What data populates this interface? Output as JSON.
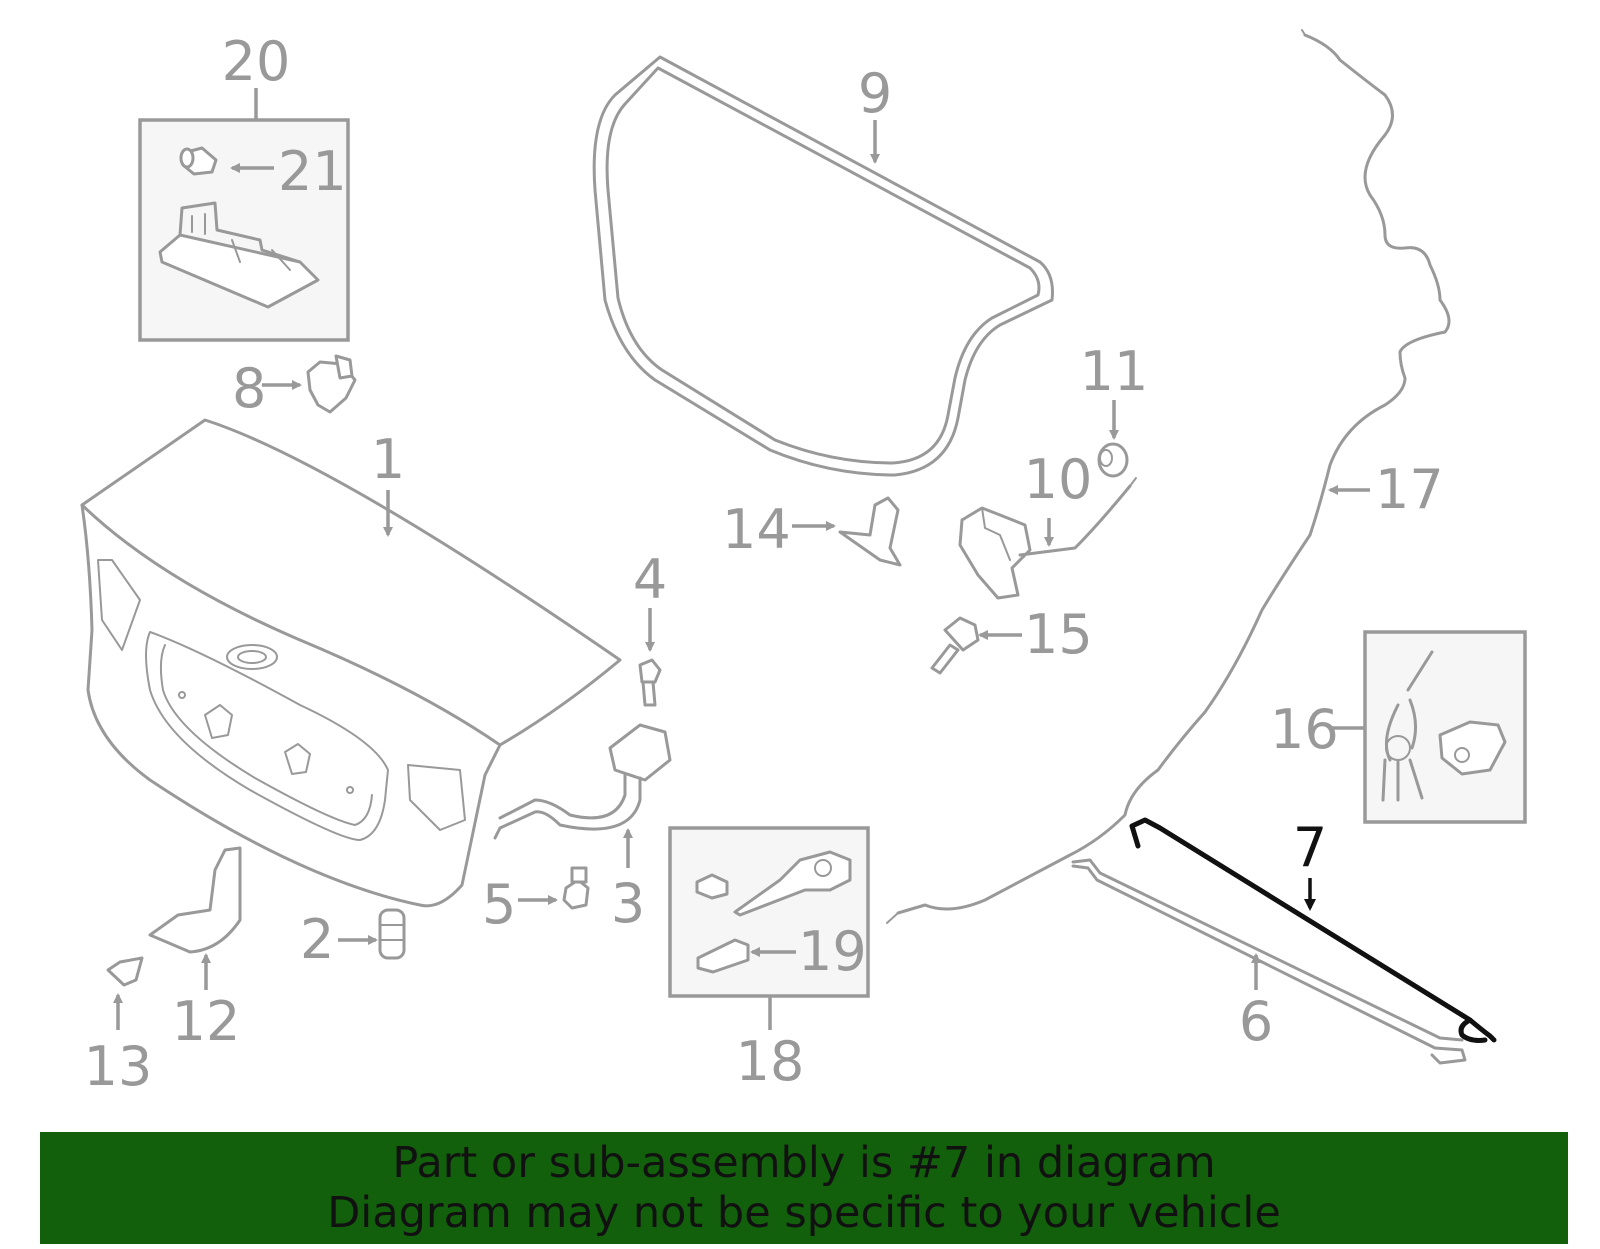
{
  "banner": {
    "line1": "Part or sub-assembly is #7 in diagram",
    "line2": "Diagram may not be specific to your vehicle",
    "background": "#13600c",
    "text_color": "#111111"
  },
  "diagram": {
    "part_color": "#999999",
    "highlight_color": "#111111",
    "highlighted_part": "7",
    "callouts": {
      "c1": "1",
      "c2": "2",
      "c3": "3",
      "c4": "4",
      "c5": "5",
      "c6": "6",
      "c7": "7",
      "c8": "8",
      "c9": "9",
      "c10": "10",
      "c11": "11",
      "c12": "12",
      "c13": "13",
      "c14": "14",
      "c15": "15",
      "c16": "16",
      "c17": "17",
      "c18": "18",
      "c19": "19",
      "c20": "20",
      "c21": "21"
    }
  }
}
